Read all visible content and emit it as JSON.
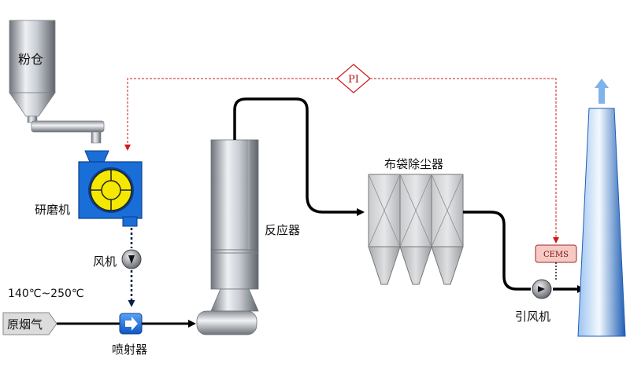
{
  "labels": {
    "silo": "粉仓",
    "mill": "研磨机",
    "fan": "风机",
    "injector": "喷射器",
    "reactor": "反应器",
    "baghouse": "布袋除尘器",
    "id_fan": "引风机",
    "temperature": "140℃~250℃",
    "raw_flue_gas": "原烟气",
    "pressure_indicator": "PI",
    "cems": "CEMS"
  },
  "colors": {
    "equipment_blue": "#1a6ed8",
    "mill_yellow": "#f4e800",
    "control_line_red": "#d01818",
    "flow_line": "#000000",
    "exhaust_arrow": "#7fb3ea"
  }
}
